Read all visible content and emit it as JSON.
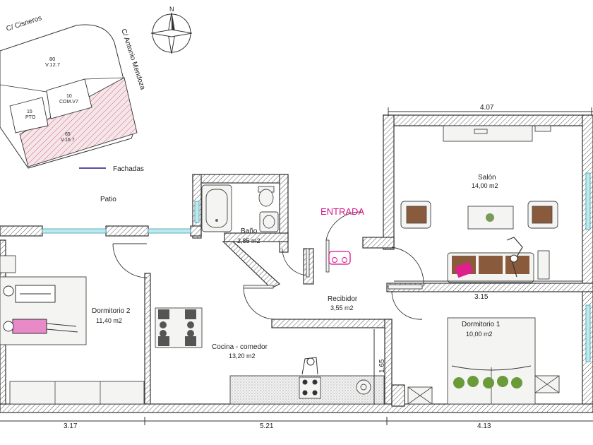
{
  "site": {
    "street_1": "C/ Cisneros",
    "street_2": "C/ Antonio Mendoza",
    "parcels": [
      {
        "num": "80",
        "code": "V.12.7"
      },
      {
        "num": "10",
        "code": "COM.V7"
      },
      {
        "num": "15",
        "code": "PTO"
      },
      {
        "num": "65",
        "code": "V.16.7"
      }
    ],
    "facade_legend": "Fachadas",
    "patio_label": "Patio",
    "compass": "N"
  },
  "entrance_label": "ENTRADA",
  "rooms": {
    "salon": {
      "name": "Salón",
      "area": "14,00 m2"
    },
    "bano": {
      "name": "Baño",
      "area": "2,85 m2"
    },
    "recibidor": {
      "name": "Recibidor",
      "area": "3,55 m2"
    },
    "dormitorio2": {
      "name": "Dormitorio 2",
      "area": "11,40 m2"
    },
    "cocina": {
      "name": "Cocina - comedor",
      "area": "13,20 m2"
    },
    "dormitorio1": {
      "name": "Dormitorio 1",
      "area": "10,00 m2"
    }
  },
  "dimensions": {
    "top": "4.07",
    "salon_inner": "3.15",
    "vertical": "1.65",
    "bottom_left": "3.17",
    "bottom_mid": "5.21",
    "bottom_right": "4.13"
  },
  "colors": {
    "entrance": "#d6158a",
    "facade_line": "#5b4ea8",
    "window_glass": "#b8ecf0",
    "parcel_hatch": "#c86878"
  }
}
